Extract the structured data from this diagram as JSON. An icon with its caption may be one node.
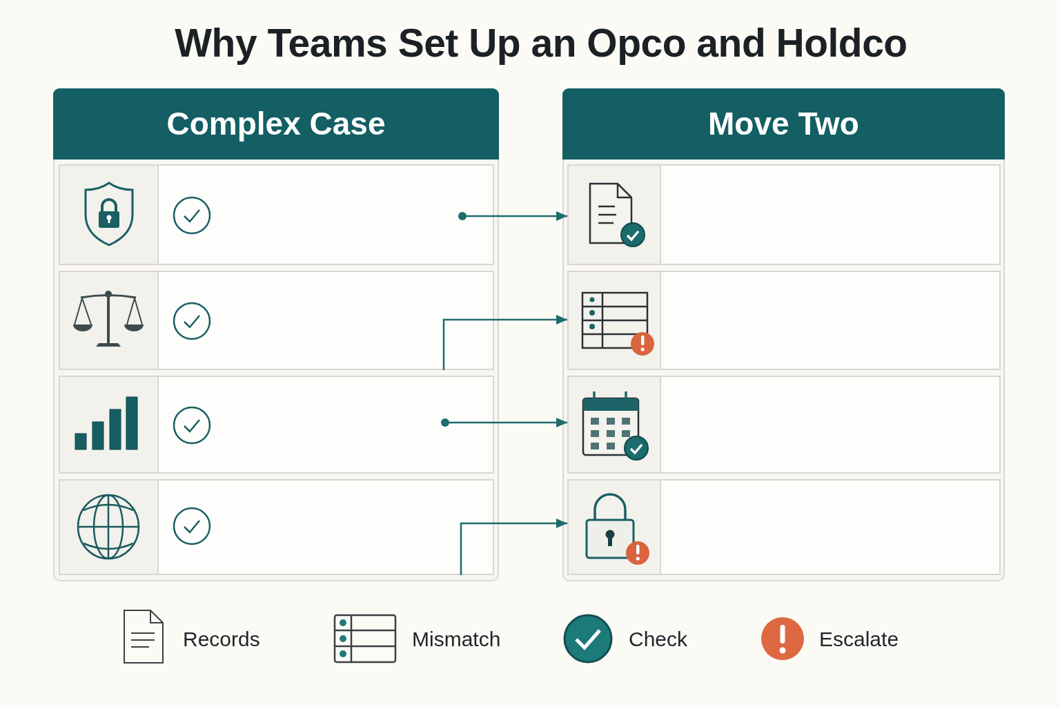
{
  "diagram": {
    "title": "Why Teams Set Up an Opco and Holdco",
    "nodes": [
      {
        "text": [
          "Complex Case"
        ]
      },
      {
        "text": [],
        "shape": "box",
        "in": 0
      },
      {
        "text": [],
        "shape": "box",
        "in": 0
      },
      {
        "text": [],
        "shape": "box",
        "in": 0
      },
      {
        "text": [],
        "shape": "box",
        "in": 0
      },
      {
        "text": [
          "Move Two"
        ]
      },
      {
        "text": [],
        "shape": "box",
        "in": 5
      },
      {
        "text": [],
        "shape": "box",
        "in": 5
      },
      {
        "text": [],
        "shape": "box",
        "in": 5
      },
      {
        "text": [],
        "shape": "box",
        "in": 5
      }
    ],
    "edges": [
      {
        "from": 1,
        "to": 6,
        "arrow": "to"
      },
      {
        "from": 2,
        "to": 7,
        "arrow": "to"
      },
      {
        "from": 3,
        "to": 8,
        "arrow": "to"
      },
      {
        "from": 4,
        "to": 9,
        "arrow": "to"
      }
    ],
    "legend": [
      {
        "text": "Records"
      },
      {
        "text": "Mismatch"
      },
      {
        "text": "Check"
      },
      {
        "text": "Escalate"
      }
    ]
  }
}
